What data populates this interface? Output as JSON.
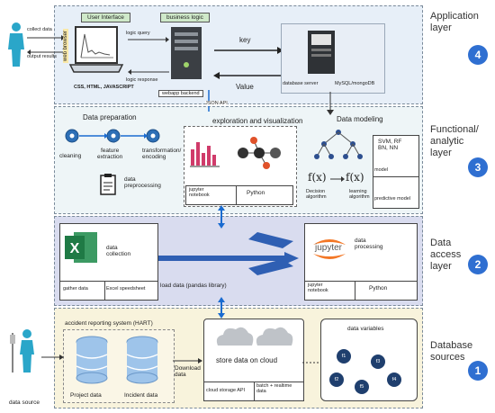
{
  "layers": {
    "application": {
      "label": "Application\nlayer",
      "number": "4"
    },
    "functional": {
      "label": "Functional/\nanalytic\nlayer",
      "number": "3"
    },
    "data_access": {
      "label": "Data\naccess\nlayer",
      "number": "2"
    },
    "database": {
      "label": "Database\nsources",
      "number": "1"
    }
  },
  "app": {
    "collect_data": "collect data",
    "output_results": "output results",
    "user_interface": "User Interface",
    "web_browser": "web browser",
    "ui_tech": "CSS, HTML, JAVASCRIPT",
    "business_logic": "business logic",
    "logic_query": "logic query",
    "logic_response": "logic response",
    "webapp_backend": "webapp backend",
    "json_api": "JSON API",
    "key": "key",
    "value": "Value",
    "database_server": "database server",
    "db_type": "MySQL/mongoDB"
  },
  "functional": {
    "data_preparation": "Data preparation",
    "cleaning": "cleaning",
    "feature_extraction": "feature\nextraction",
    "transformation": "transformation/\nencoding",
    "data_preprocessing": "data\npreprocessing",
    "exploration": "exploration and visualization",
    "jupyter_notebook": "jupyter\nnotebook",
    "python": "Python",
    "data_modeling": "Data modeling",
    "fx": "f(x)",
    "decision_algorithm": "Decision\nalgorithm",
    "learning_algorithm": "learning\nalgorithm",
    "svm": "SVM, RF\nBN, NN",
    "model": "model",
    "predictive_model": "predictive model"
  },
  "access": {
    "data_collection": "data\ncollection",
    "gather_data": "gather data",
    "excel": "Excel speedsheet",
    "load_data": "load data (pandas library)",
    "jupyter": "jupyter",
    "data_processing": "data\nprocessing",
    "jupyter_notebook": "jupyter\nnotebook",
    "python": "Python"
  },
  "database": {
    "hart": "accident reporting system (HART)",
    "project_data": "Project data",
    "incident_data": "Incident data",
    "data_source": "data source",
    "download_data": "Download\ndata",
    "store_cloud": "store data on cloud",
    "cloud_api": "cloud storage API",
    "batch": "batch + realtime\ndata",
    "data_variables": "data variables",
    "f1": "f1",
    "f2": "f2",
    "f3": "f3",
    "f4": "f4",
    "f5": "f5"
  },
  "colors": {
    "accent_blue": "#2f6fd1",
    "layer4_bg": "#e7eff8",
    "layer3_bg": "#eef5f7",
    "layer2_bg": "#d9dcef",
    "layer1_bg": "#f8f3dc",
    "excel_green": "#1f7a45",
    "jupyter_orange": "#f37726"
  }
}
